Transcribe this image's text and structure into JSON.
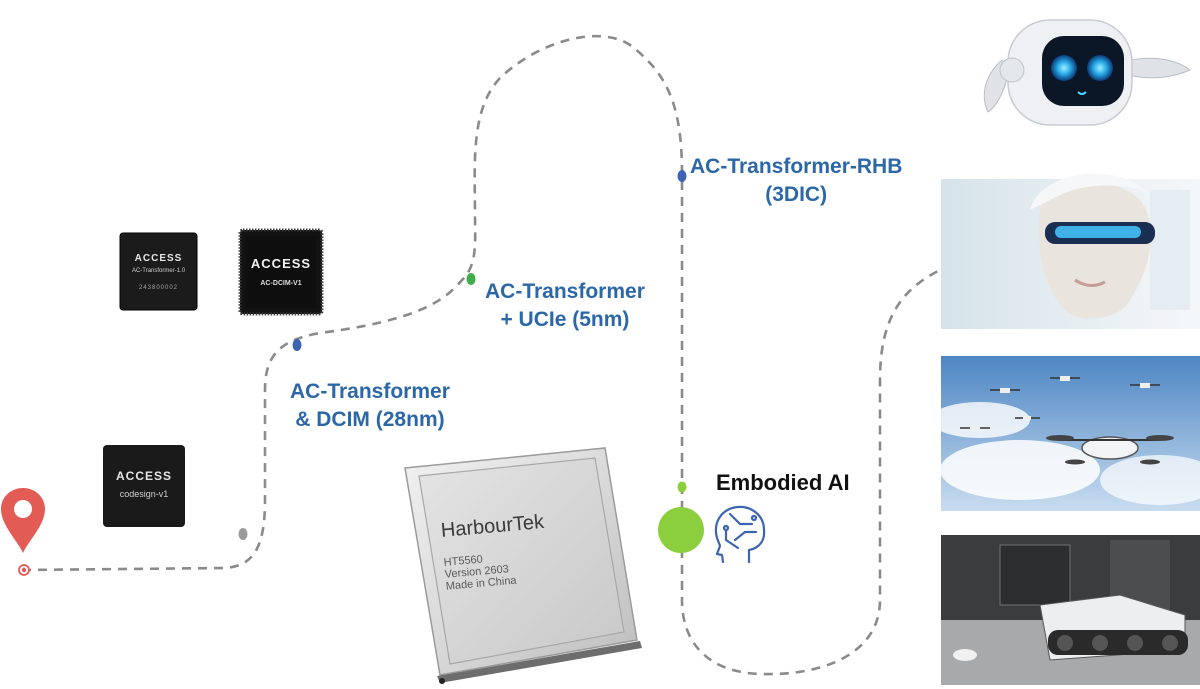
{
  "milestones": {
    "m1": {
      "line1": "AC-Transformer",
      "line2": "& DCIM (28nm)"
    },
    "m2": {
      "line1": "AC-Transformer",
      "line2": "+ UCIe (5nm)"
    },
    "m3": {
      "line1": "AC-Transformer-RHB",
      "line2": "(3DIC)"
    },
    "embodied": "Embodied AI"
  },
  "chips": {
    "chip1": {
      "logo": "ACCESS",
      "name": "AC-Transformer-1.0",
      "serial": "243800002"
    },
    "chip2": {
      "logo": "ACCESS",
      "name": "AC-DCIM-V1"
    },
    "chip3": {
      "logo": "ACCESS",
      "name": "codesign-v1"
    },
    "harbour": {
      "brand": "HarbourTek",
      "model": "HT5560",
      "version": "Version 2603",
      "origin": "Made in China"
    }
  },
  "colors": {
    "path": "#8a8a8a",
    "milestone_blue": "#3c64b1",
    "milestone_green": "#3fae49",
    "embodied_green": "#8ccf3e",
    "pin_red": "#e25b55",
    "label_blue": "#2c67a8",
    "start_gray": "#9a9a9a"
  },
  "icons": [
    "location-pin-icon",
    "ai-brain-icon"
  ]
}
